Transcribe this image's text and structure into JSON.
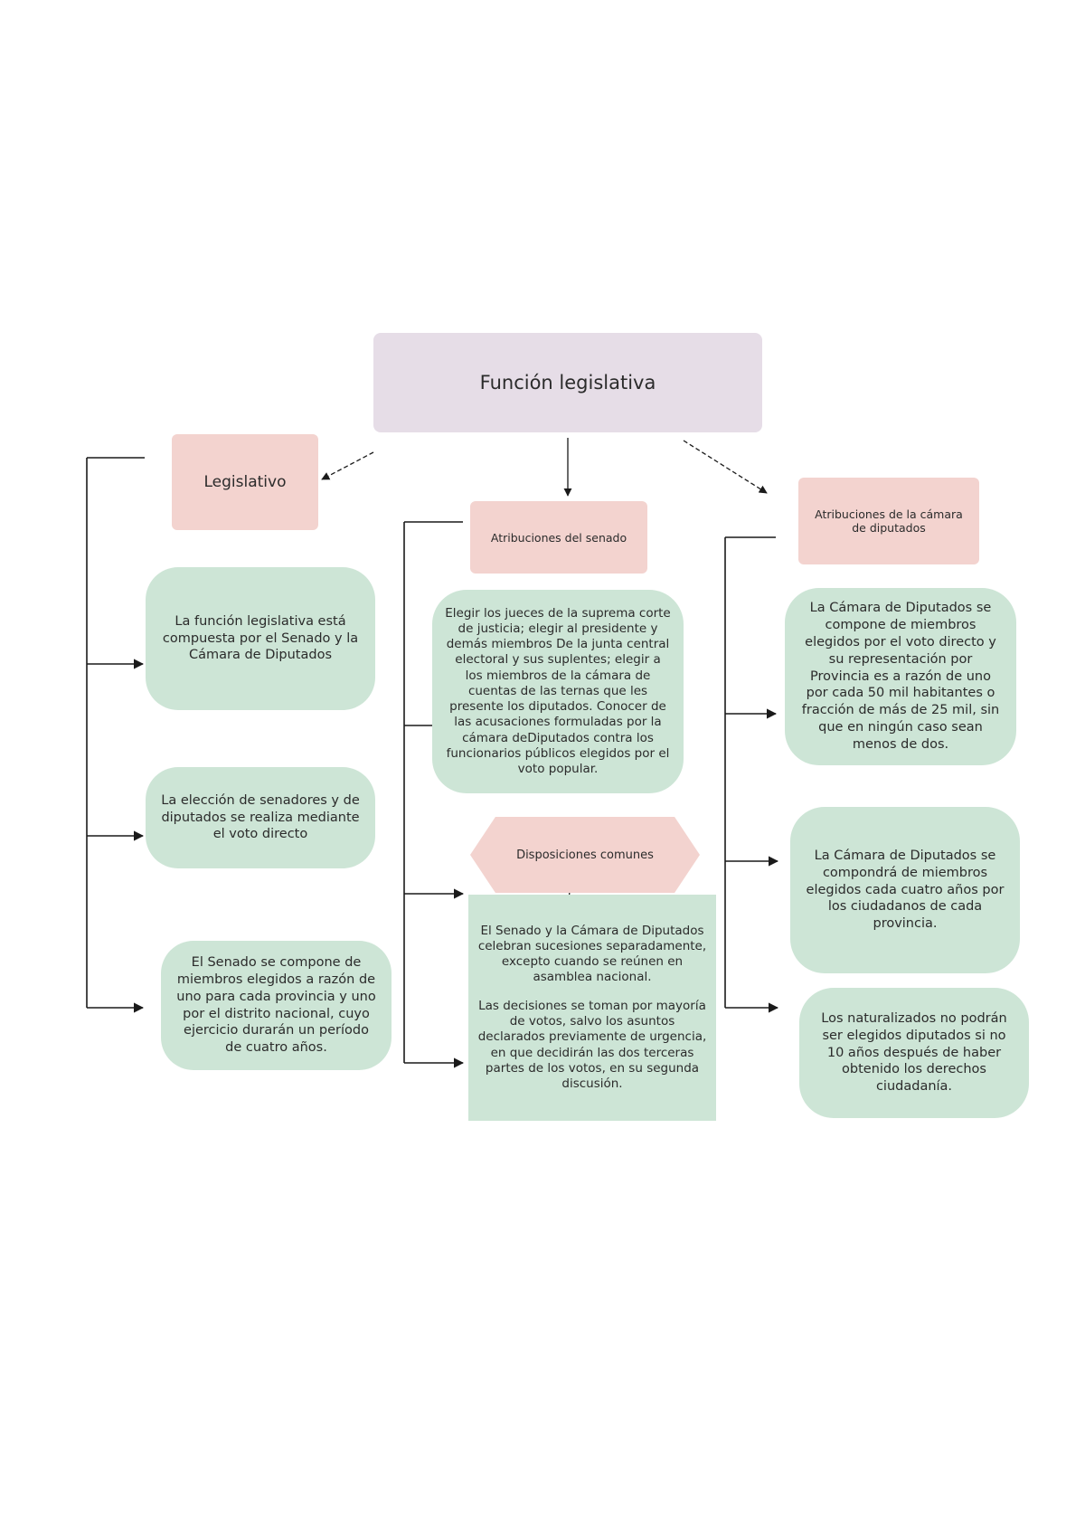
{
  "title": "Función legislativa",
  "columns": {
    "left": {
      "heading": "Legislativo",
      "items": [
        "La función legislativa está compuesta por el Senado y la Cámara de Diputados",
        "La elección de senadores y de diputados se realiza mediante el voto directo",
        "El Senado se compone de miembros elegidos a razón de uno para cada provincia y uno por el distrito nacional, cuyo ejercicio durarán un período de cuatro años."
      ]
    },
    "center": {
      "heading": "Atribuciones del senado",
      "item": "Elegir los jueces de la suprema corte de justicia; elegir al presidente y demás miembros De la junta central electoral y sus suplentes; elegir a los miembros de la cámara de cuentas de las ternas que les presente los diputados. Conocer de las acusaciones formuladas por la cámara deDiputados contra los funcionarios públicos elegidos por el voto popular.",
      "common_heading": "Disposiciones comunes",
      "common_paragraphs": [
        "El Senado y la Cámara de Diputados celebran sucesiones separadamente, excepto cuando se reúnen en asamblea nacional.",
        "Las decisiones se toman por mayoría de votos, salvo los asuntos declarados previamente de urgencia, en que decidirán las dos terceras partes de los votos, en su segunda discusión."
      ]
    },
    "right": {
      "heading": "Atribuciones de la cámara de diputados",
      "items": [
        "La Cámara de Diputados se compone de miembros elegidos por el voto directo y su representación por Provincia es a razón de uno por cada 50 mil habitantes o fracción de más de 25 mil, sin que en ningún caso sean menos de dos.",
        "La Cámara de Diputados se compondrá de miembros elegidos cada cuatro años por los ciudadanos de cada provincia.",
        "Los naturalizados no podrán ser elegidos diputados si no 10 años después de haber obtenido los derechos ciudadanía."
      ]
    }
  },
  "colors": {
    "title_fill": "#e6dde7",
    "heading_fill": "#f3d3cf",
    "content_fill": "#cde5d6",
    "line": "#1a1a1a"
  }
}
